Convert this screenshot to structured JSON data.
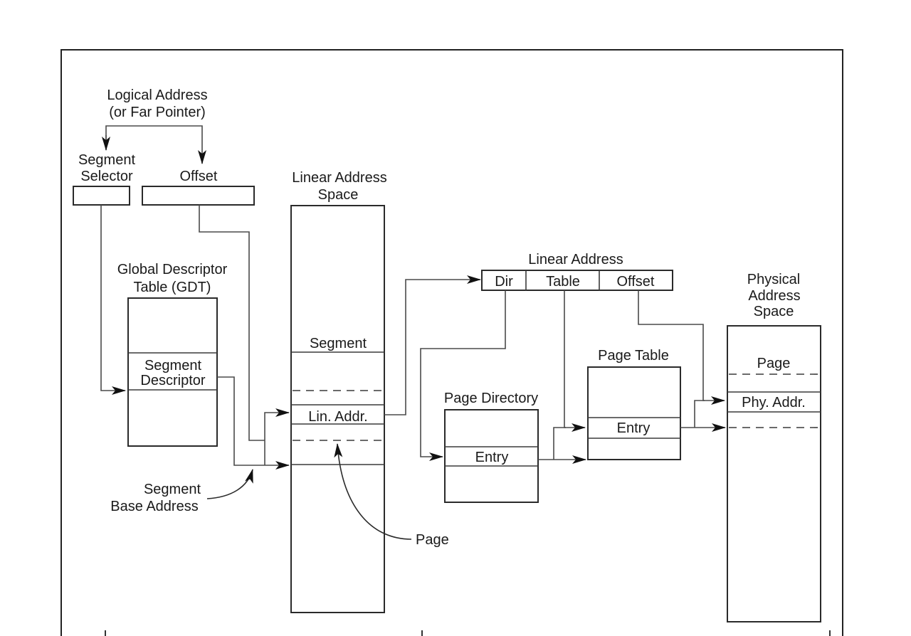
{
  "diagram": {
    "title": "Segmentation and Paging",
    "logical_address": {
      "label_line1": "Logical Address",
      "label_line2": "(or Far Pointer)",
      "segment_selector": {
        "label_line1": "Segment",
        "label_line2": "Selector"
      },
      "offset": {
        "label": "Offset"
      }
    },
    "gdt": {
      "label_line1": "Global Descriptor",
      "label_line2": "Table (GDT)",
      "segment_descriptor": {
        "label_line1": "Segment",
        "label_line2": "Descriptor"
      }
    },
    "segment_base_address": {
      "label_line1": "Segment",
      "label_line2": "Base Address"
    },
    "linear_address_space": {
      "label_line1": "Linear Address",
      "label_line2": "Space",
      "segment_label": "Segment",
      "lin_addr_label": "Lin. Addr."
    },
    "page_callout": {
      "label": "Page"
    },
    "linear_address": {
      "label": "Linear Address",
      "fields": [
        {
          "label": "Dir"
        },
        {
          "label": "Table"
        },
        {
          "label": "Offset"
        }
      ]
    },
    "page_directory": {
      "label": "Page Directory",
      "entry_label": "Entry"
    },
    "page_table": {
      "label": "Page Table",
      "entry_label": "Entry"
    },
    "physical_address_space": {
      "label_line1": "Physical",
      "label_line2": "Address",
      "label_line3": "Space",
      "page_label": "Page",
      "phy_addr_label": "Phy. Addr."
    }
  }
}
